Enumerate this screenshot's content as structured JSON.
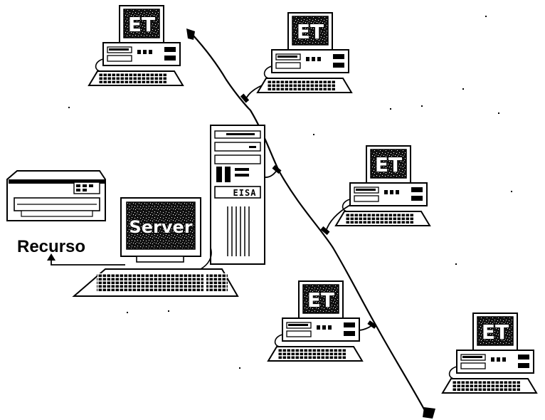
{
  "diagram": {
    "resource_label": "Recurso",
    "server_screen_label": "Server",
    "server_tower_label": "EISA",
    "workstations": [
      {
        "label": "ET"
      },
      {
        "label": "ET"
      },
      {
        "label": "ET"
      },
      {
        "label": "ET"
      },
      {
        "label": "ET"
      }
    ]
  },
  "colors": {
    "ink": "#000000",
    "paper": "#ffffff"
  }
}
